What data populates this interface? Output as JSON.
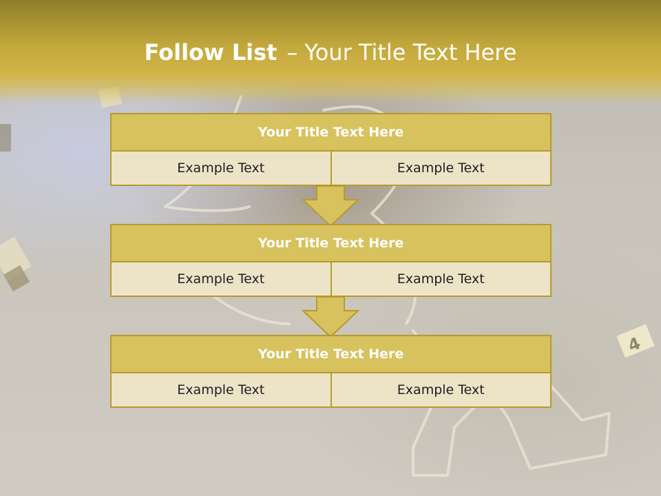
{
  "slide": {
    "title_bold": "Follow List",
    "title_separator": "–",
    "title_rest": "Your Title Text Here"
  },
  "blocks": [
    {
      "title": "Your Title Text Here",
      "left": "Example Text",
      "right": "Example Text"
    },
    {
      "title": "Your Title Text Here",
      "left": "Example Text",
      "right": "Example Text"
    },
    {
      "title": "Your Title Text Here",
      "left": "Example Text",
      "right": "Example Text"
    }
  ],
  "background": {
    "marker_label": "4"
  },
  "colors": {
    "header_gold": "#c3a83b",
    "block_title_fill": "#d8c25e",
    "block_border": "#b79a2c",
    "cell_fill": "#ede4c8",
    "arrow_fill": "#d8c25e"
  }
}
